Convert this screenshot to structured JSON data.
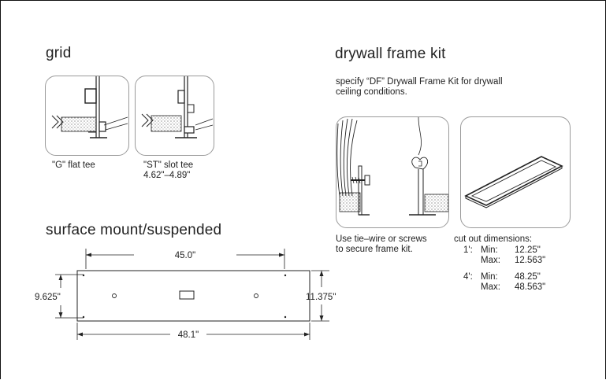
{
  "grid": {
    "title": "grid",
    "flat_tee_caption": "\"G\" flat tee",
    "slot_tee_caption_1": "\"ST\" slot tee",
    "slot_tee_caption_2": "4.62\"–4.89\""
  },
  "surface": {
    "title": "surface mount/suspended",
    "dim_top": "45.0\"",
    "dim_bottom": "48.1\"",
    "dim_left": "9.625\"",
    "dim_right": "11.375\""
  },
  "drywall": {
    "title": "drywall frame kit",
    "specify_line_1": "specify “DF” Drywall Frame Kit for drywall",
    "specify_line_2": "ceiling conditions.",
    "use_line_1": "Use tie–wire or screws",
    "use_line_2": "to secure frame kit.",
    "cutout_title": "cut out dimensions:",
    "size_1": "1':",
    "size_4": "4':",
    "min_label": "Min:",
    "max_label": "Max:",
    "min_1": "12.25\"",
    "max_1": "12.563\"",
    "min_4": "48.25\"",
    "max_4": "48.563\""
  }
}
